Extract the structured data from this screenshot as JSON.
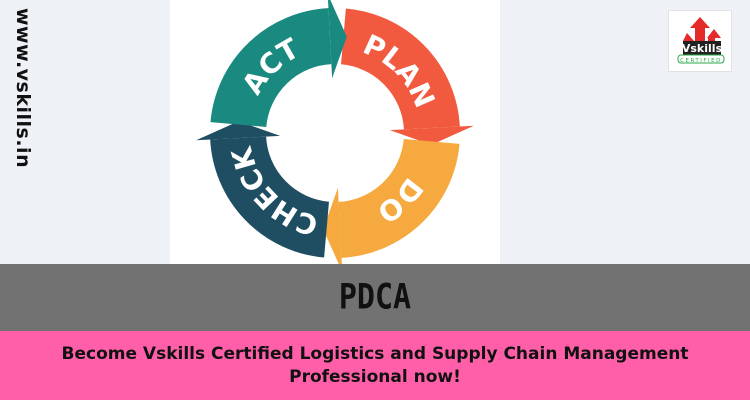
{
  "side_url": "www.vskills.in",
  "diagram": {
    "segments": [
      {
        "label": "PLAN",
        "color": "#f25a40"
      },
      {
        "label": "DO",
        "color": "#f5a93e"
      },
      {
        "label": "CHECK",
        "color": "#1f4e62"
      },
      {
        "label": "ACT",
        "color": "#1a8a80"
      }
    ]
  },
  "logo": {
    "brand": "Vskills",
    "tagline": "CERTIFIED",
    "accent": "#e52a2a",
    "tag_color": "#2aa84a"
  },
  "title": "PDCA",
  "cta": "Become Vskills Certified Logistics and Supply Chain Management Professional now!"
}
